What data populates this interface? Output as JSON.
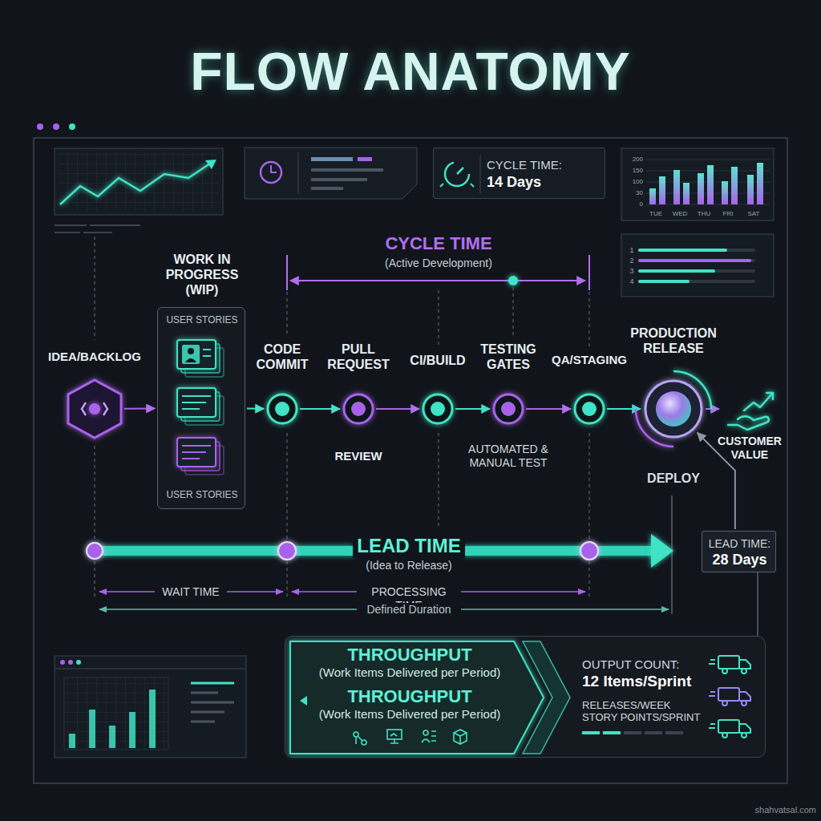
{
  "diagram": {
    "title": "FLOW ANATOMY",
    "nodes": [
      {
        "text": [
          "CYCLE TIME:",
          "14 Days"
        ]
      },
      {
        "text": [
          "IDEA/BACKLOG"
        ]
      },
      {
        "text": [
          "WORK IN PROGRESS (WIP)",
          "USER STORIES",
          "USER STORIES"
        ]
      },
      {
        "text": [
          "CODE COMMIT"
        ]
      },
      {
        "text": [
          "PULL REQUEST",
          "REVIEW"
        ]
      },
      {
        "text": [
          "CI/BUILD"
        ]
      },
      {
        "text": [
          "TESTING GATES",
          "AUTOMATED & MANUAL TEST"
        ]
      },
      {
        "text": [
          "QA/STAGING"
        ]
      },
      {
        "text": [
          "PRODUCTION RELEASE",
          "DEPLOY"
        ]
      },
      {
        "text": [
          "CUSTOMER VALUE"
        ]
      },
      {
        "text": [
          "LEAD TIME:",
          "28 Days"
        ]
      },
      {
        "text": [
          "THROUGHPUT",
          "(Work Items Delivered per Period)",
          "THROUGHPUT",
          "(Work Items Delivered per Period)",
          "OUTPUT COUNT:",
          "12 Items/Sprint",
          "RELEASES/WEEK",
          "STORY POINTS/SPRINT"
        ]
      }
    ],
    "edges": [
      {
        "from": 1,
        "to": 2,
        "arrow": "to"
      },
      {
        "from": 2,
        "to": 3,
        "arrow": "to"
      },
      {
        "from": 3,
        "to": 4,
        "arrow": "to"
      },
      {
        "from": 4,
        "to": 5,
        "arrow": "to"
      },
      {
        "from": 5,
        "to": 6,
        "arrow": "to"
      },
      {
        "from": 6,
        "to": 7,
        "arrow": "to"
      },
      {
        "from": 7,
        "to": 8,
        "arrow": "to"
      },
      {
        "from": 8,
        "to": 9,
        "arrow": "to"
      },
      {
        "from": 10,
        "to": 8,
        "arrow": "to"
      }
    ],
    "labels": [
      "200",
      "150",
      "100",
      "30",
      "0",
      "TUE",
      "WED",
      "THU",
      "FRI",
      "SAT",
      "1",
      "2",
      "3",
      "4",
      "CYCLE TIME",
      "(Active Development)",
      "LEAD TIME",
      "(Idea to Release)",
      "WAIT TIME",
      "PROCESSING TIME",
      "Defined Duration",
      "shahvatsal.com"
    ]
  }
}
